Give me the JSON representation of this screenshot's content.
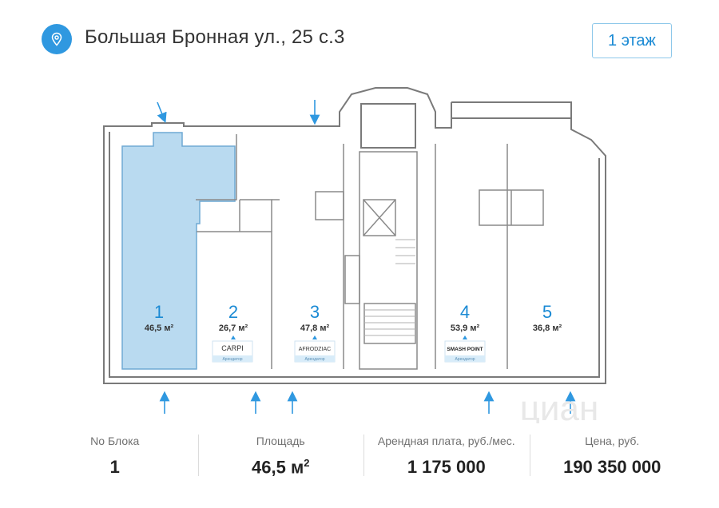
{
  "header": {
    "address": "Большая Бронная ул., 25 с.3",
    "floor_label": "1 этаж",
    "pin_icon": "location-pin-icon"
  },
  "colors": {
    "accent": "#2f98e0",
    "selected_block": "#b9daf0",
    "wall": "#7a7a7a",
    "badge": "#d8ecf9"
  },
  "plan": {
    "blocks": [
      {
        "number": "1",
        "area": "46,5 м²",
        "selected": true
      },
      {
        "number": "2",
        "area": "26,7 м²",
        "tenant": "CARPI",
        "tenant_tag": "Арендатор"
      },
      {
        "number": "3",
        "area": "47,8 м²",
        "tenant": "AFRODZIAC",
        "tenant_tag": "Арендатор"
      },
      {
        "number": "4",
        "area": "53,9 м²",
        "tenant": "SMASH POINT",
        "tenant_tag": "Арендатор"
      },
      {
        "number": "5",
        "area": "36,8 м²"
      }
    ],
    "watermark": "циан"
  },
  "stats": [
    {
      "label": "No Блока",
      "value": "1"
    },
    {
      "label": "Площадь",
      "value": "46,5 м",
      "sup": "2"
    },
    {
      "label": "Арендная плата, руб./мес.",
      "value": "1 175 000"
    },
    {
      "label": "Цена, руб.",
      "value": "190 350 000"
    }
  ]
}
